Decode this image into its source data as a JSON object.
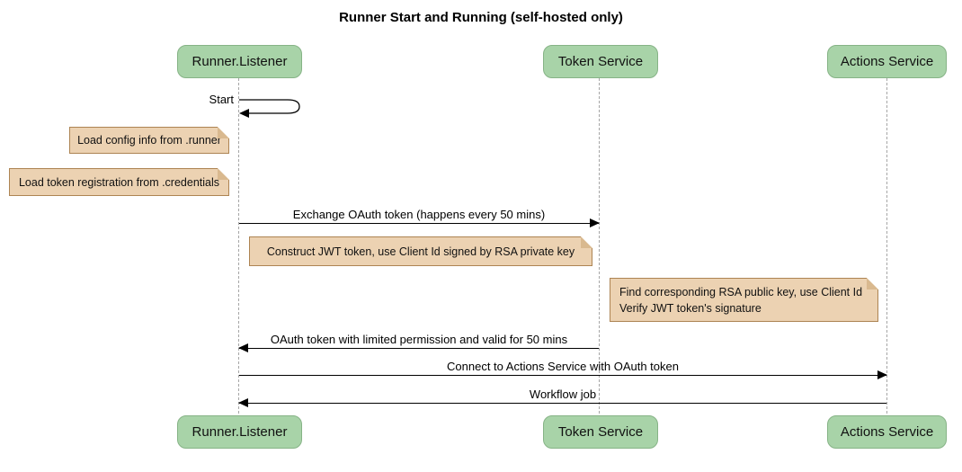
{
  "title": "Runner Start and Running (self-hosted only)",
  "diagram_type": "sequence-diagram",
  "colors": {
    "actor_fill": "#A8D3A8",
    "actor_border": "#86B386",
    "note_fill": "#ECD2B2",
    "note_border": "#AD8453",
    "lifeline": "#A6A6A6",
    "message_line": "#000000",
    "background": "#FFFFFF"
  },
  "actors": [
    {
      "label": "Runner.Listener"
    },
    {
      "label": "Token Service"
    },
    {
      "label": "Actions Service"
    }
  ],
  "messages": [
    {
      "label": "Start",
      "from": "Runner.Listener",
      "to": "Runner.Listener",
      "style": "self"
    },
    {
      "label": "Exchange OAuth token (happens every 50 mins)",
      "from": "Runner.Listener",
      "to": "Token Service",
      "style": "solid-arrow"
    },
    {
      "label": "OAuth token with limited permission and valid for 50 mins",
      "from": "Token Service",
      "to": "Runner.Listener",
      "style": "solid-arrow"
    },
    {
      "label": "Connect to Actions Service with OAuth token",
      "from": "Runner.Listener",
      "to": "Actions Service",
      "style": "solid-arrow"
    },
    {
      "label": "Workflow job",
      "from": "Actions Service",
      "to": "Runner.Listener",
      "style": "solid-arrow"
    }
  ],
  "notes": [
    {
      "text": "Load config info from .runner",
      "position": "left of Runner.Listener"
    },
    {
      "text": "Load token registration from .credentials",
      "position": "left of Runner.Listener"
    },
    {
      "text": "Construct JWT token, use Client Id signed by RSA private key",
      "position": "left of Token Service"
    },
    {
      "lines": [
        "Find corresponding RSA public key, use Client Id",
        "Verify JWT token's signature"
      ],
      "position": "left of Actions Service"
    }
  ]
}
